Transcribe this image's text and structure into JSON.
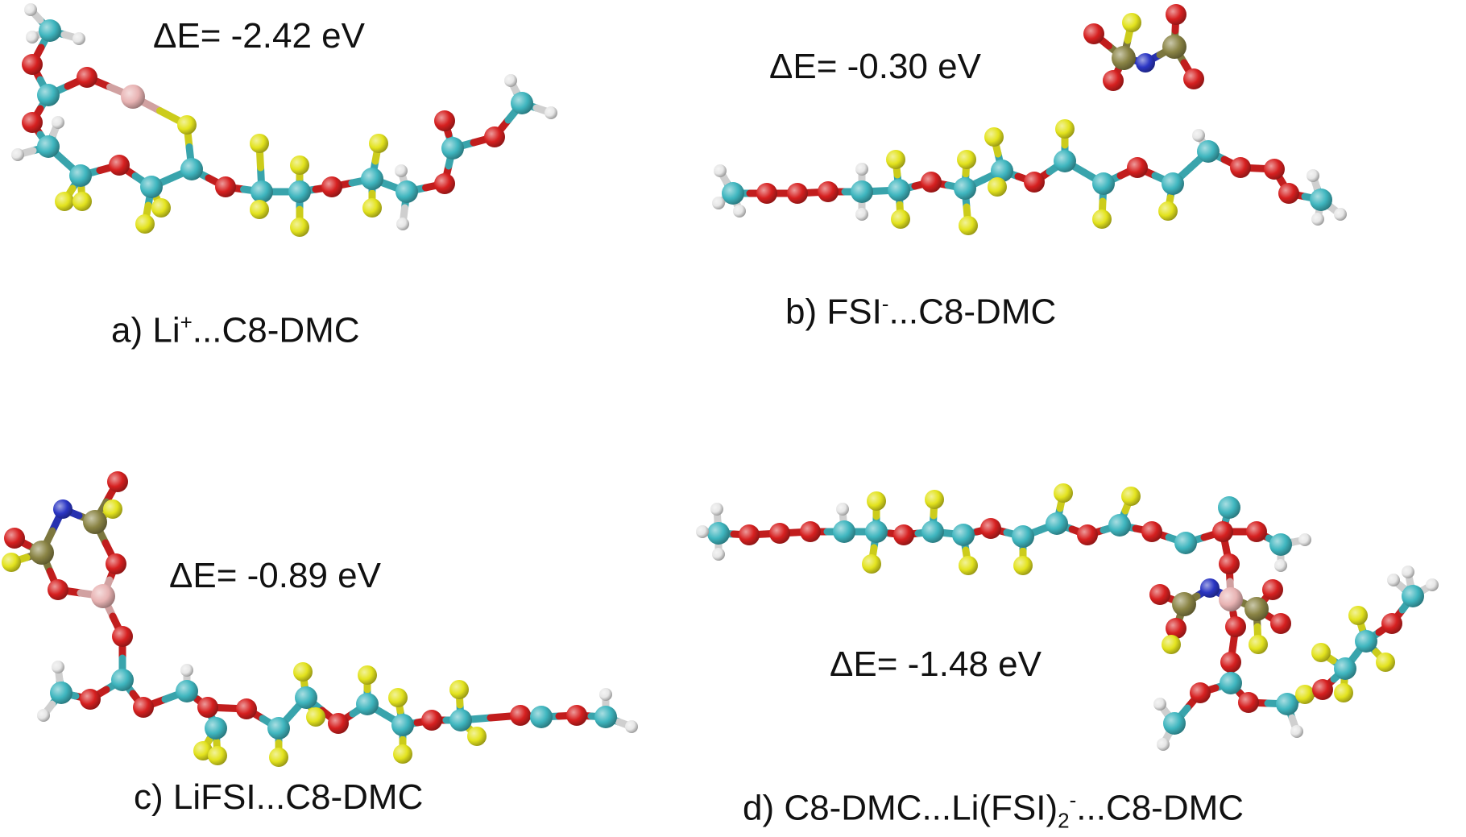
{
  "panels": {
    "a": {
      "energy": "ΔE= -2.42 eV",
      "caption_prefix": "a) Li",
      "caption_sup": "+",
      "caption_suffix": "...C8-DMC"
    },
    "b": {
      "energy": "ΔE= -0.30 eV",
      "caption_prefix": "b) FSI",
      "caption_sup": "-",
      "caption_suffix": "...C8-DMC"
    },
    "c": {
      "energy": "ΔE= -0.89 eV",
      "caption": "c) LiFSI...C8-DMC"
    },
    "d": {
      "energy": "ΔE= -1.48 eV",
      "caption_prefix": "d) C8-DMC...Li(FSI)",
      "caption_sub": "2",
      "caption_sup": "-",
      "caption_suffix": "...C8-DMC"
    }
  },
  "atom_colors": {
    "C": "#3fb6bf",
    "O": "#d62020",
    "F": "#e3e31e",
    "H": "#e6e6e6",
    "Li": "#e8b3b3",
    "S": "#8a8445",
    "N": "#2b36c4"
  }
}
